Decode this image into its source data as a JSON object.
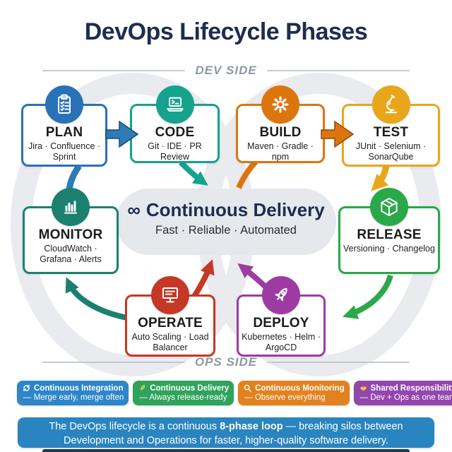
{
  "title": "DevOps Lifecycle Phases",
  "labels": {
    "dev_side": "DEV SIDE",
    "ops_side": "OPS SIDE"
  },
  "center": {
    "symbol": "∞",
    "title": "Continuous Delivery",
    "subtitle": "Fast · Reliable · Automated",
    "pill_color": "#e5e8ec",
    "text_color": "#1d2d50"
  },
  "phases": {
    "plan": {
      "name": "PLAN",
      "tools": "Jira · Confluence · Sprint",
      "color": "#2a72b8",
      "icon": "clipboard-checklist-icon"
    },
    "code": {
      "name": "CODE",
      "tools": "Git · IDE · PR Review",
      "color": "#16a38d",
      "icon": "laptop-terminal-icon"
    },
    "build": {
      "name": "BUILD",
      "tools": "Maven · Gradle · npm",
      "color": "#dd750f",
      "icon": "gear-icon"
    },
    "test": {
      "name": "TEST",
      "tools": "JUnit · Selenium · SonarQube",
      "color": "#e9a61a",
      "icon": "microscope-icon"
    },
    "release": {
      "name": "RELEASE",
      "tools": "Versioning · Changelog",
      "color": "#2aa84a",
      "icon": "package-icon"
    },
    "monitor": {
      "name": "MONITOR",
      "tools": "CloudWatch · Grafana · Alerts",
      "color": "#1c8070",
      "icon": "bar-chart-icon"
    },
    "operate": {
      "name": "OPERATE",
      "tools": "Auto Scaling · Load Balancer",
      "color": "#c53826",
      "icon": "monitor-screen-icon"
    },
    "deploy": {
      "name": "DEPLOY",
      "tools": "Kubernetes · Helm · ArgoCD",
      "color": "#9d3ba3",
      "icon": "rocket-icon"
    }
  },
  "legend": [
    {
      "label": "Continuous Integration",
      "desc": "— Merge early, merge often",
      "color": "#2d86c8",
      "icon": "sync-icon"
    },
    {
      "label": "Continuous Delivery",
      "desc": "— Always release-ready",
      "color": "#2fa35c",
      "icon": "rocket-icon"
    },
    {
      "label": "Continuous Monitoring",
      "desc": "— Observe everything",
      "color": "#e2821f",
      "icon": "magnifier-icon"
    },
    {
      "label": "Shared Responsibility",
      "desc": "— Dev + Ops as one team",
      "color": "#9247ad",
      "icon": "handshake-icon"
    }
  ],
  "footer": {
    "text_before": "The DevOps lifecycle is a continuous ",
    "text_bold": "8-phase loop",
    "text_after": " — breaking silos between Development and Operations for faster, higher-quality software delivery.",
    "color": "#2a84c0"
  }
}
